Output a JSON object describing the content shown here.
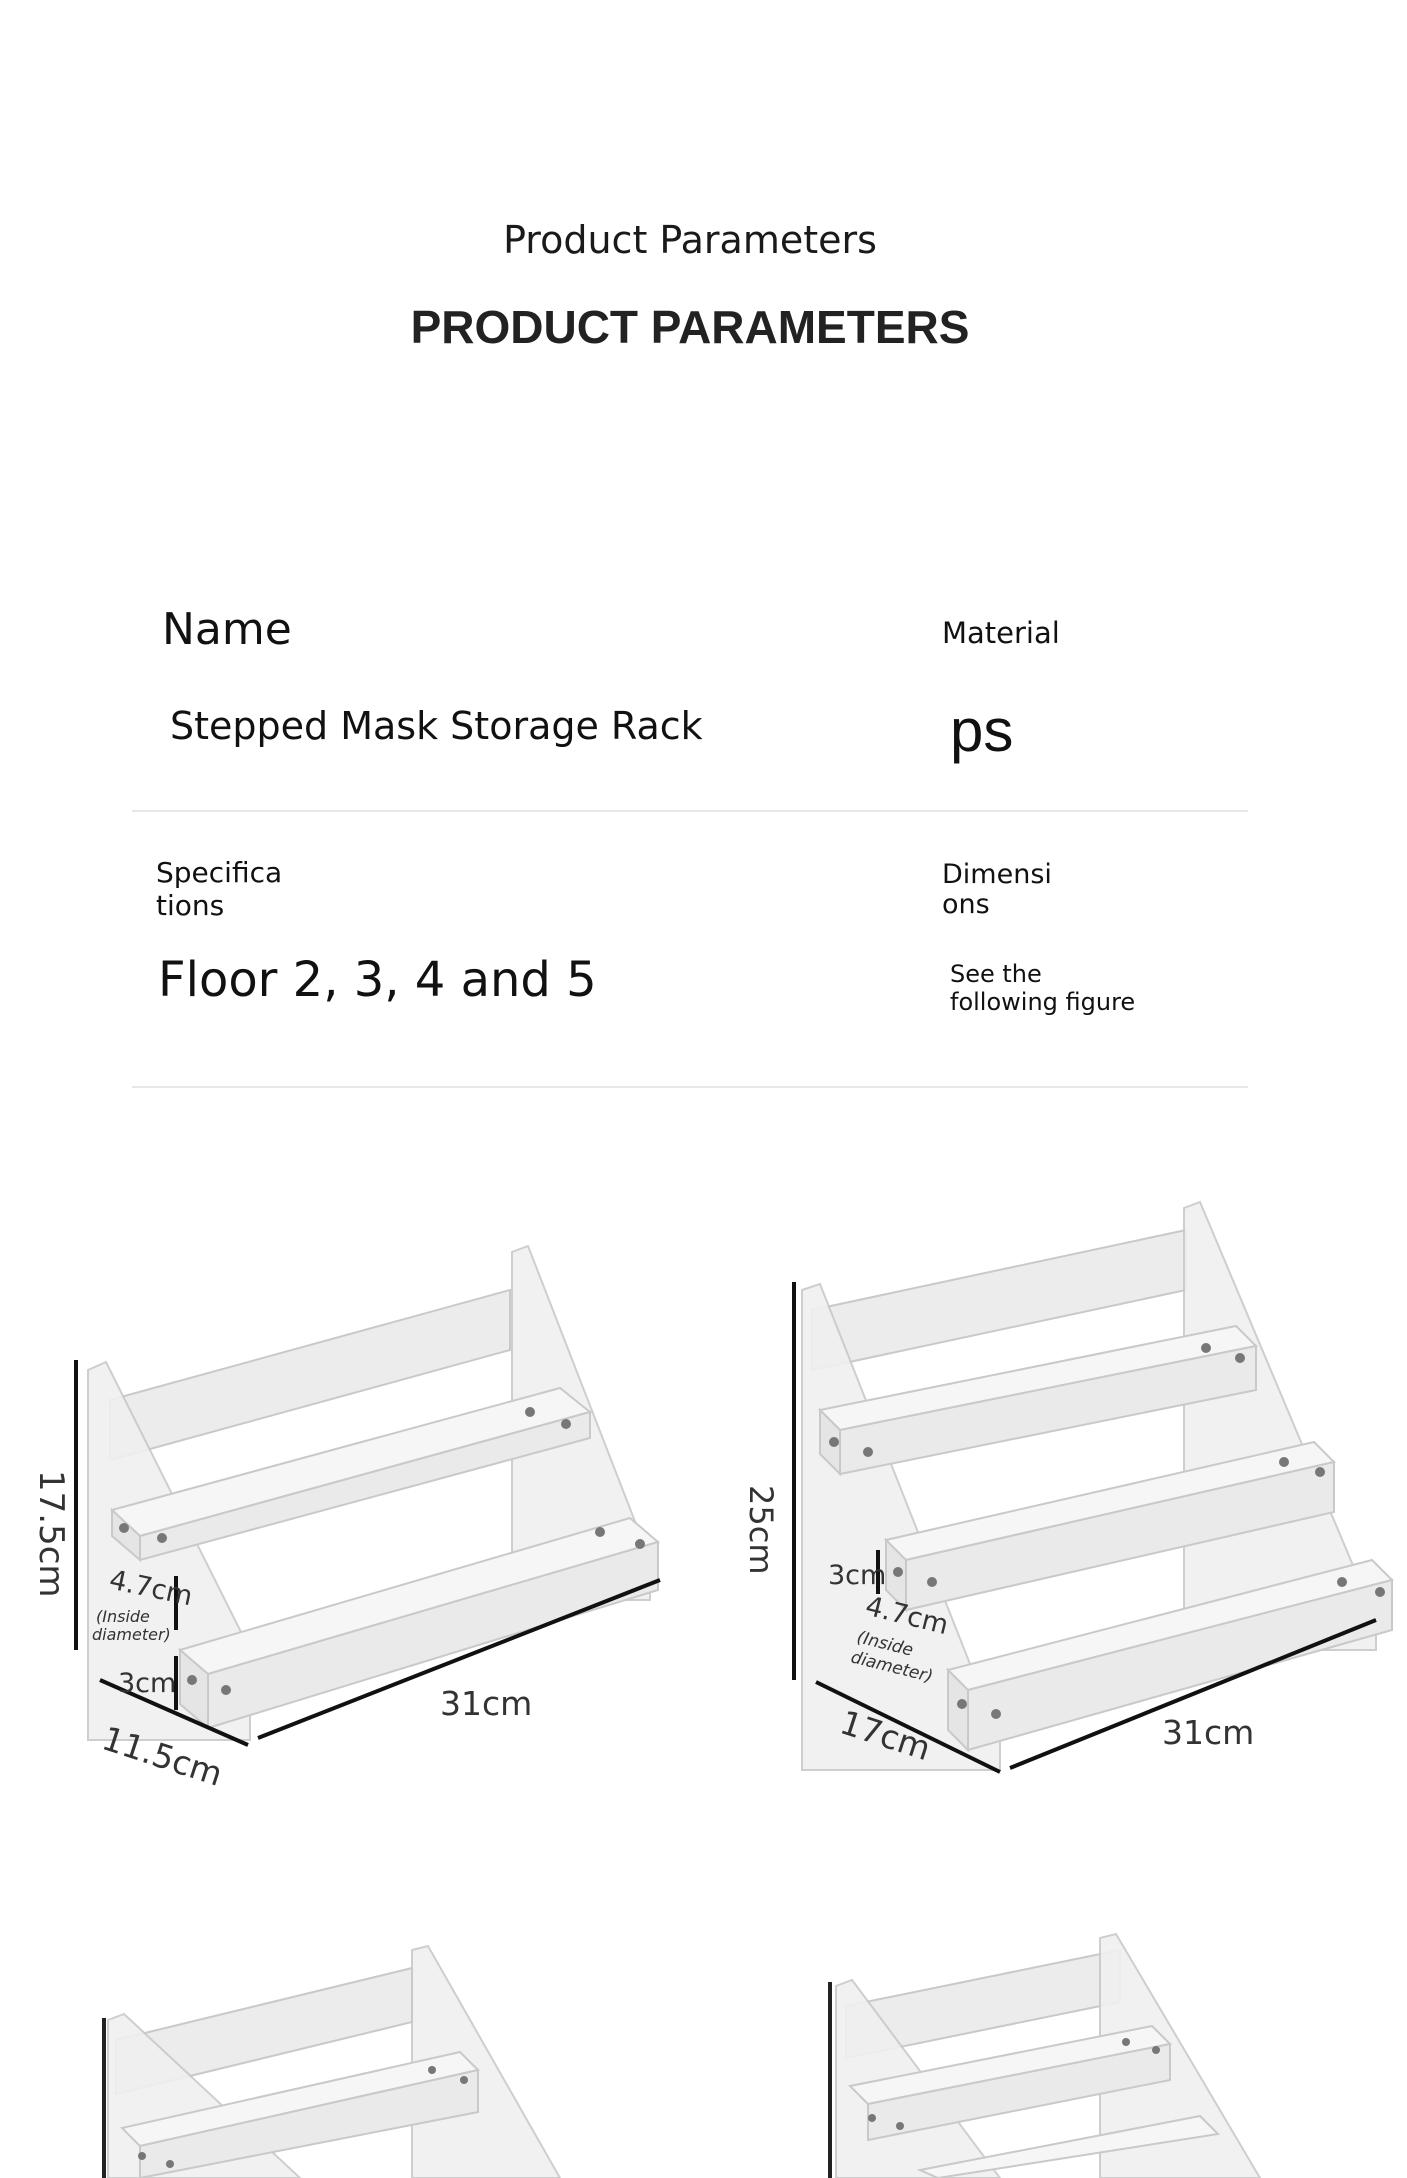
{
  "header": {
    "title": "Product Parameters",
    "title_caps": "PRODUCT PARAMETERS"
  },
  "params": {
    "name_label": "Name",
    "name_value": "Stepped Mask Storage Rack",
    "material_label": "Material",
    "material_value": "ps",
    "spec_label_1": "Specifica",
    "spec_label_2": "tions",
    "spec_value": "Floor 2, 3, 4 and 5",
    "dim_label_1": "Dimensi",
    "dim_label_2": "ons",
    "dim_value_1": "See the",
    "dim_value_2": "following figure"
  },
  "figures": {
    "rack2": {
      "height": "17.5cm",
      "slot": "4.7cm",
      "inside_1": "(Inside",
      "inside_2": "diameter)",
      "lip": "3cm",
      "depth": "11.5cm",
      "width": "31cm"
    },
    "rack3": {
      "height": "25cm",
      "lip": "3cm",
      "slot": "4.7cm",
      "inside_1": "(Inside",
      "inside_2": "diameter)",
      "depth": "17cm",
      "width": "31cm"
    }
  }
}
